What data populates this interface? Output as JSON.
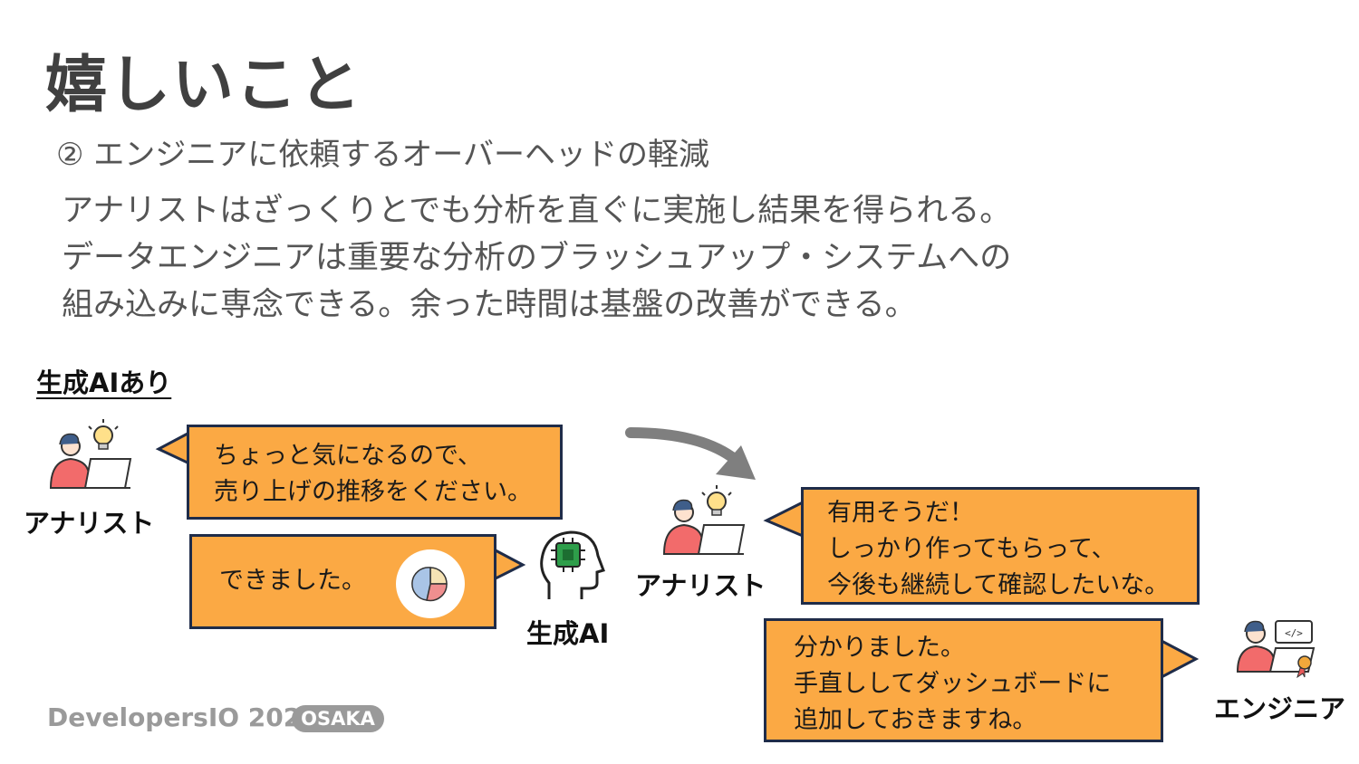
{
  "title": "嬉しいこと",
  "subtitle": "② エンジニアに依頼するオーバーヘッドの軽減",
  "body_lines": [
    "アナリストはざっくりとでも分析を直ぐに実施し結果を得られる。",
    "データエンジニアは重要な分析のブラッシュアップ・システムへの",
    "組み込みに専念できる。余った時間は基盤の改善ができる。"
  ],
  "section_label": "生成AIあり",
  "roles": {
    "analyst_1": "アナリスト",
    "gen_ai": "生成AI",
    "analyst_2": "アナリスト",
    "engineer": "エンジニア"
  },
  "bubbles": {
    "analyst_request": [
      "ちょっと気になるので、",
      "売り上げの推移をください。"
    ],
    "ai_reply": [
      "できました。"
    ],
    "analyst_feedback": [
      "有用そうだ！",
      "しっかり作ってもらって、",
      "今後も継続して確認したいな。"
    ],
    "engineer_reply": [
      "分かりました。",
      "手直ししてダッシュボードに",
      "追加しておきますね。"
    ]
  },
  "footer": {
    "brand": "DevelopersIO 2025",
    "badge": "OSAKA"
  },
  "colors": {
    "bubble_fill": "#fba944",
    "bubble_border": "#1f2c49",
    "shirt": "#f26b6b",
    "arrow": "#7f7f7f"
  },
  "icons": [
    "analyst-icon",
    "gen-ai-head-icon",
    "pie-chart-icon",
    "flow-arrow-icon",
    "engineer-icon",
    "lightbulb-icon"
  ]
}
